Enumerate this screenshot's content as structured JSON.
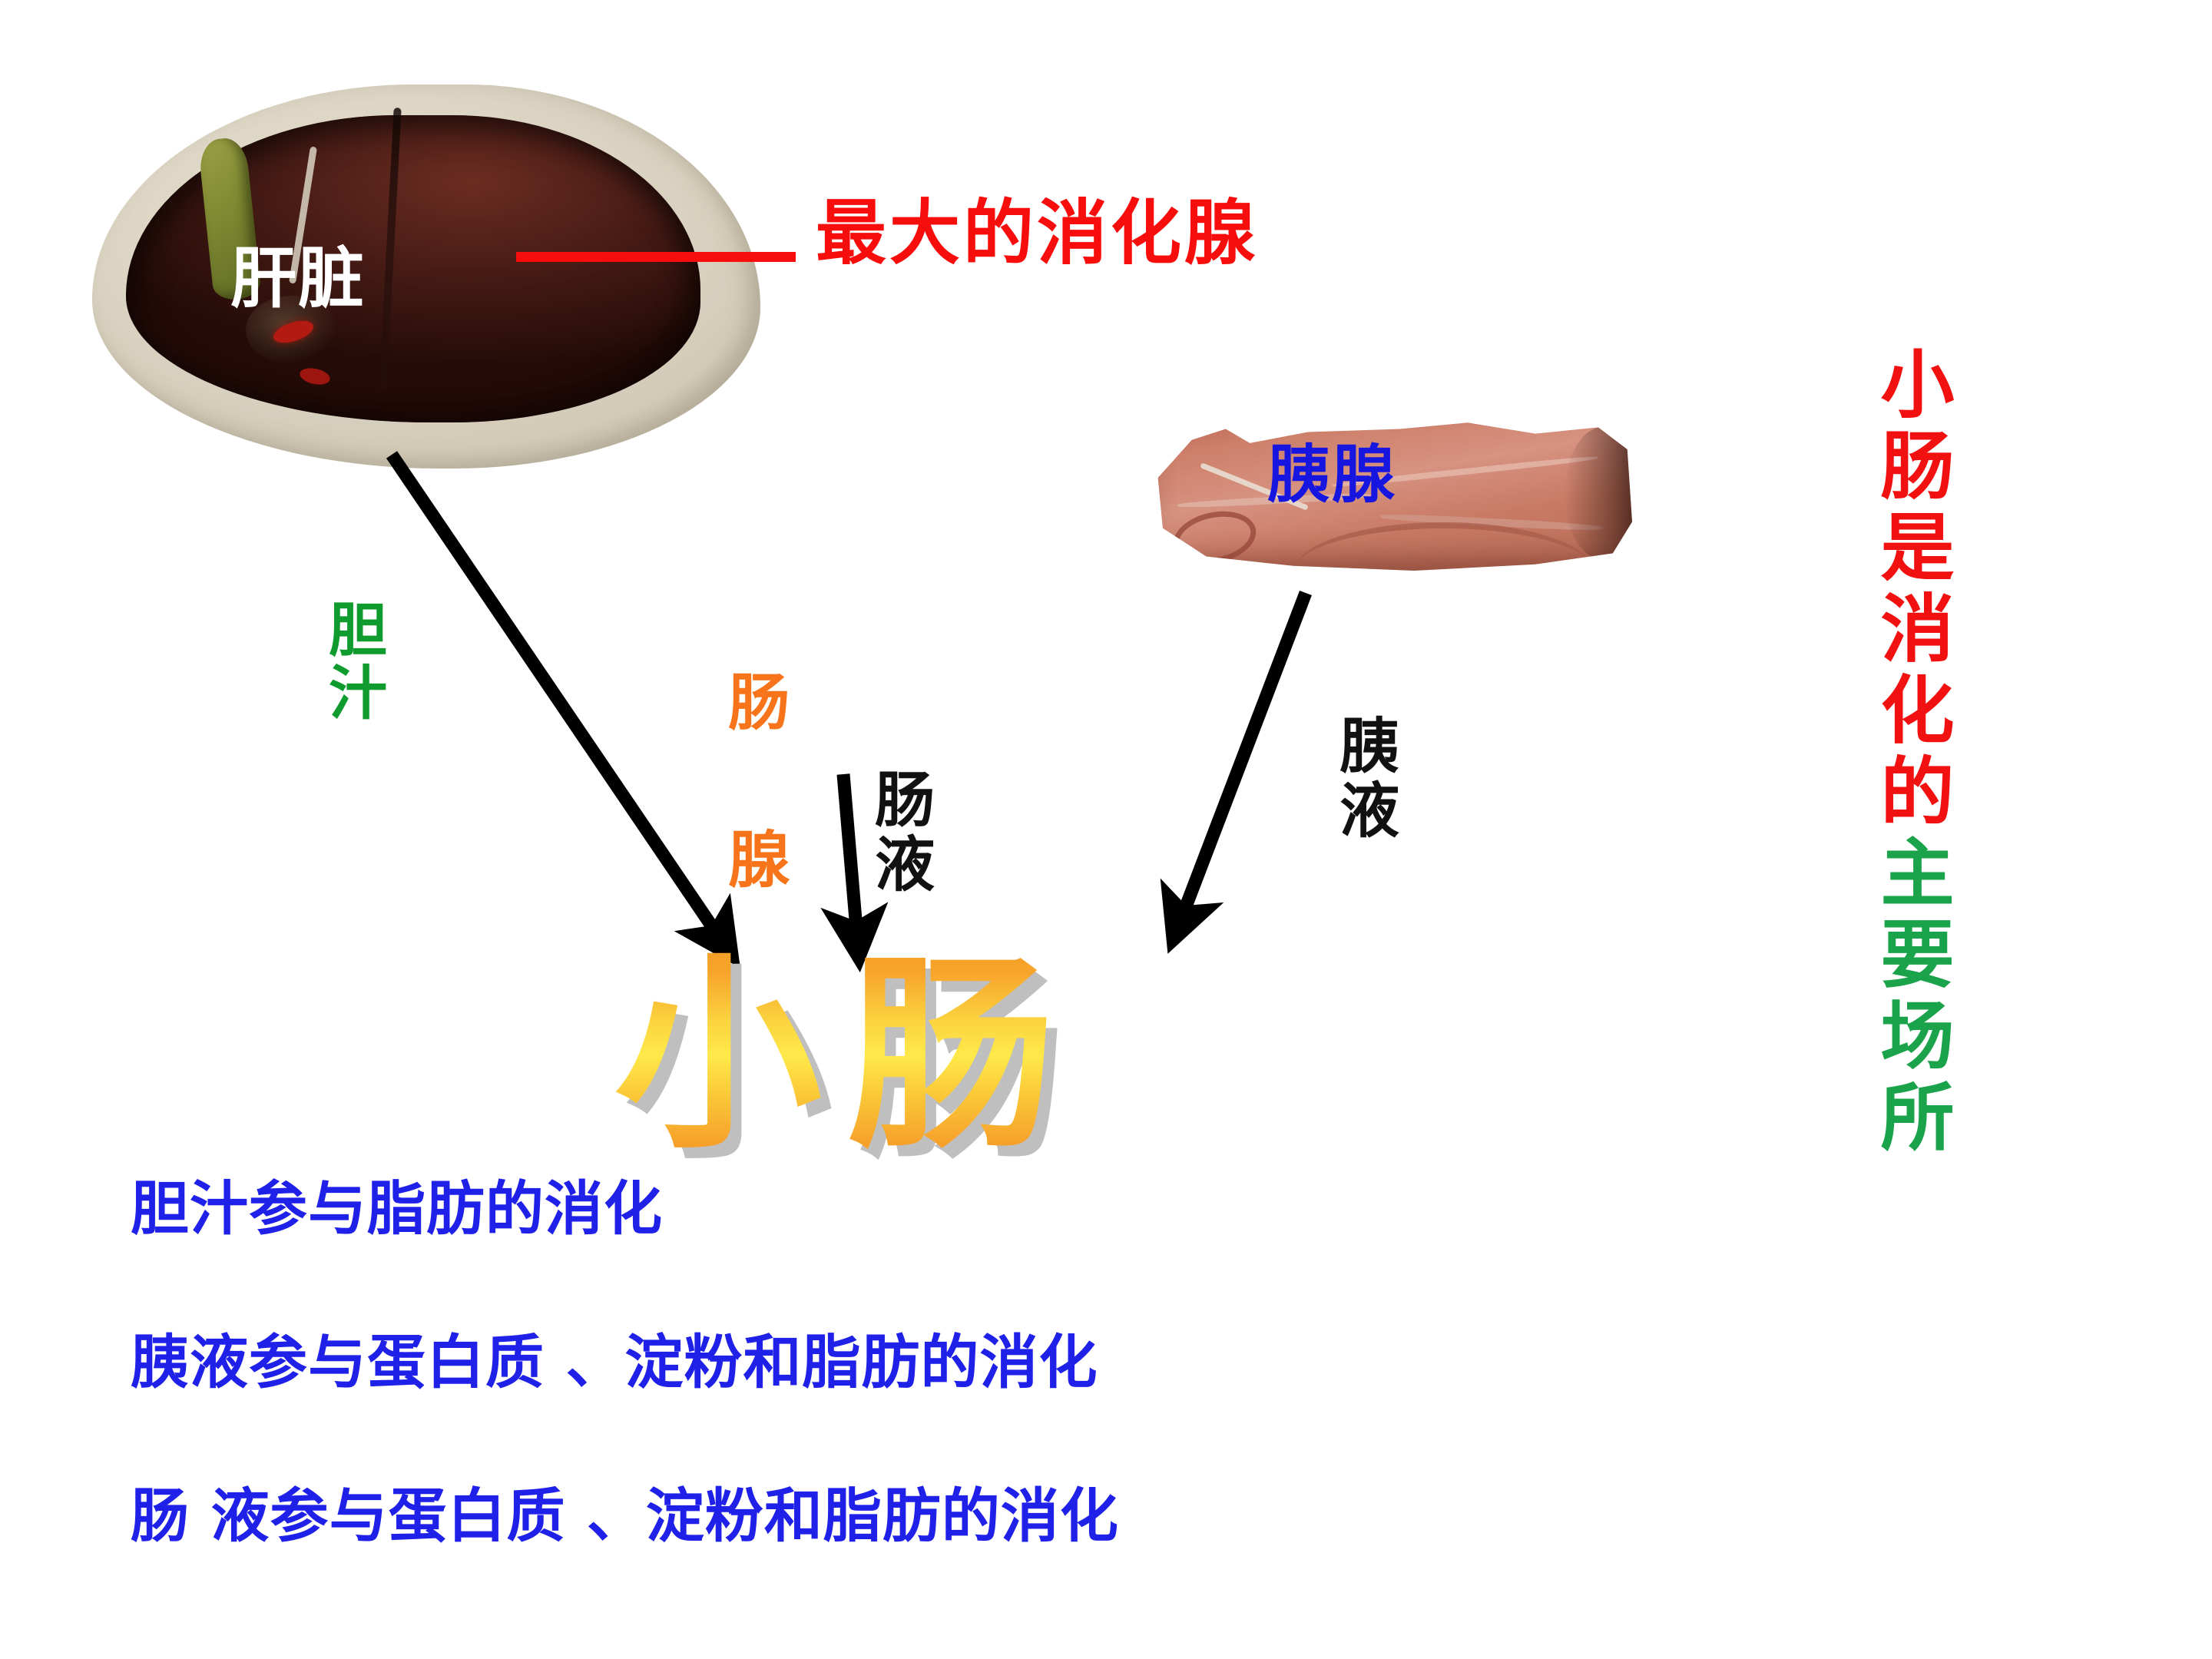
{
  "slide": {
    "background_color": "#ffffff"
  },
  "organs": {
    "liver": {
      "label": "肝脏",
      "label_color": "#ffffff",
      "photo_name": "liver-photograph"
    },
    "pancreas": {
      "label": "胰腺",
      "label_color": "#1616e0",
      "photo_name": "pancreas-photograph"
    }
  },
  "annotations": {
    "largest_gland": {
      "text": "最大的消化腺",
      "color": "#f80d0d",
      "leader_line_color": "#f80d0d"
    },
    "bile": {
      "text": "胆汁",
      "color": "#0f9b2e"
    },
    "intestinal_gland": {
      "text": "肠 腺",
      "color": "#f7741a"
    },
    "intestinal_juice": {
      "text": "肠液",
      "color": "#111111"
    },
    "pancreatic_juice": {
      "text": "胰液",
      "color": "#111111"
    }
  },
  "center": {
    "small_intestine": "小肠",
    "gradient_top_color": "#f59a22",
    "gradient_mid_color": "#ffe94a",
    "gradient_bottom_color": "#f08c1c",
    "shadow_color": "#bfbfbf"
  },
  "statements": {
    "color": "#1f20e8",
    "lines": [
      "胆汁参与脂肪的消化",
      "胰液参与蛋白质 、淀粉和脂肪的消化",
      "肠 液参与蛋白质 、淀粉和脂肪的消化"
    ]
  },
  "conclusion": {
    "part_red": "小肠是消化的",
    "part_green": "主要场所",
    "red_color": "#f21111",
    "green_color": "#1aa34a"
  },
  "arrows": [
    {
      "name": "bile-arrow",
      "from": "liver",
      "to": "small-intestine",
      "color": "#000000"
    },
    {
      "name": "intestinal-juice-arrow",
      "from": "intestinal-gland",
      "to": "small-intestine",
      "color": "#000000"
    },
    {
      "name": "pancreatic-juice-arrow",
      "from": "pancreas",
      "to": "small-intestine",
      "color": "#000000"
    }
  ]
}
